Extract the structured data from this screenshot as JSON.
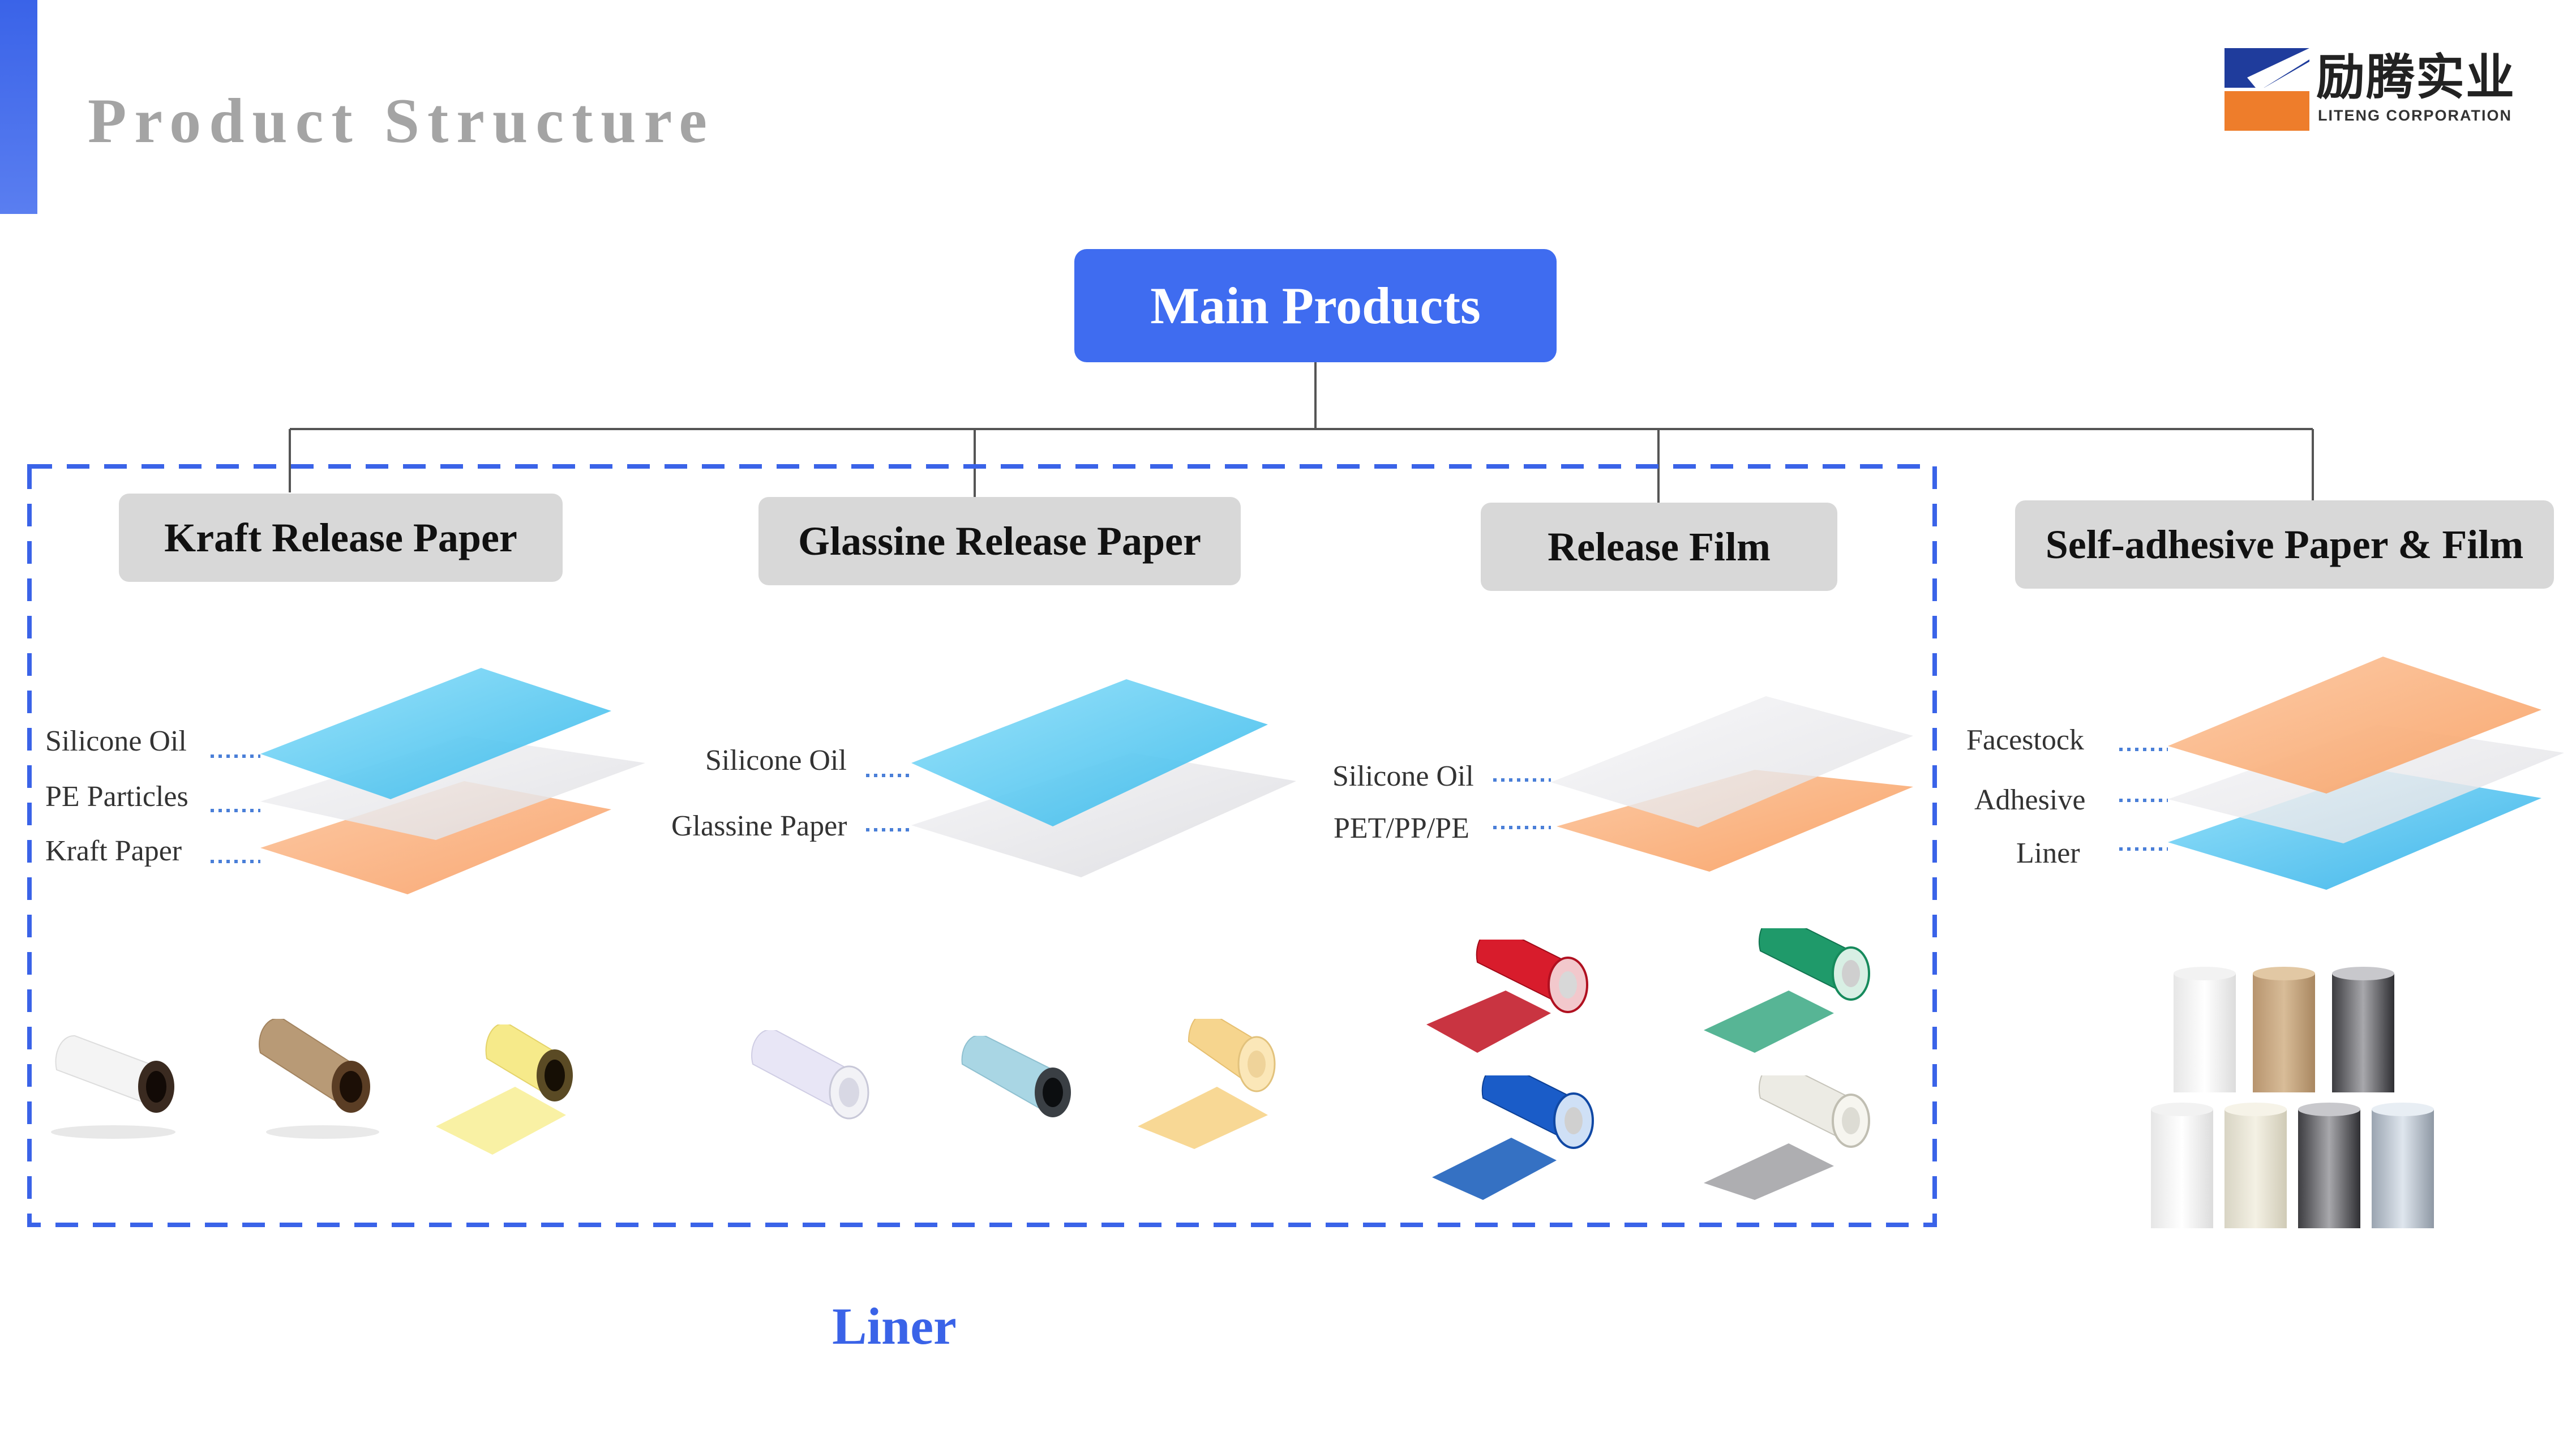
{
  "page": {
    "title": "Product Structure"
  },
  "logo": {
    "name_cn": "励腾实业",
    "name_en": "LITENG CORPORATION"
  },
  "main": {
    "label": "Main Products"
  },
  "categories": [
    {
      "label": "Kraft Release Paper",
      "layers": [
        "Silicone Oil",
        "PE Particles",
        "Kraft Paper"
      ]
    },
    {
      "label": "Glassine Release Paper",
      "layers": [
        "Silicone Oil",
        "Glassine Paper"
      ]
    },
    {
      "label": "Release Film",
      "layers": [
        "Silicone Oil",
        "PET/PP/PE"
      ]
    },
    {
      "label": "Self-adhesive Paper & Film",
      "layers": [
        "Facestock",
        "Adhesive",
        "Liner"
      ]
    }
  ],
  "liner_group": {
    "label": "Liner"
  },
  "colors": {
    "accent": "#3f6cf0",
    "category_box": "#d8d8d8",
    "layer_blue": "#4cc6ee",
    "layer_orange": "#f9ae7a",
    "layer_grey": "#e9e9ec"
  },
  "icons": [
    "logo-mark-icon",
    "paper-roll-icon",
    "film-roll-icon"
  ]
}
